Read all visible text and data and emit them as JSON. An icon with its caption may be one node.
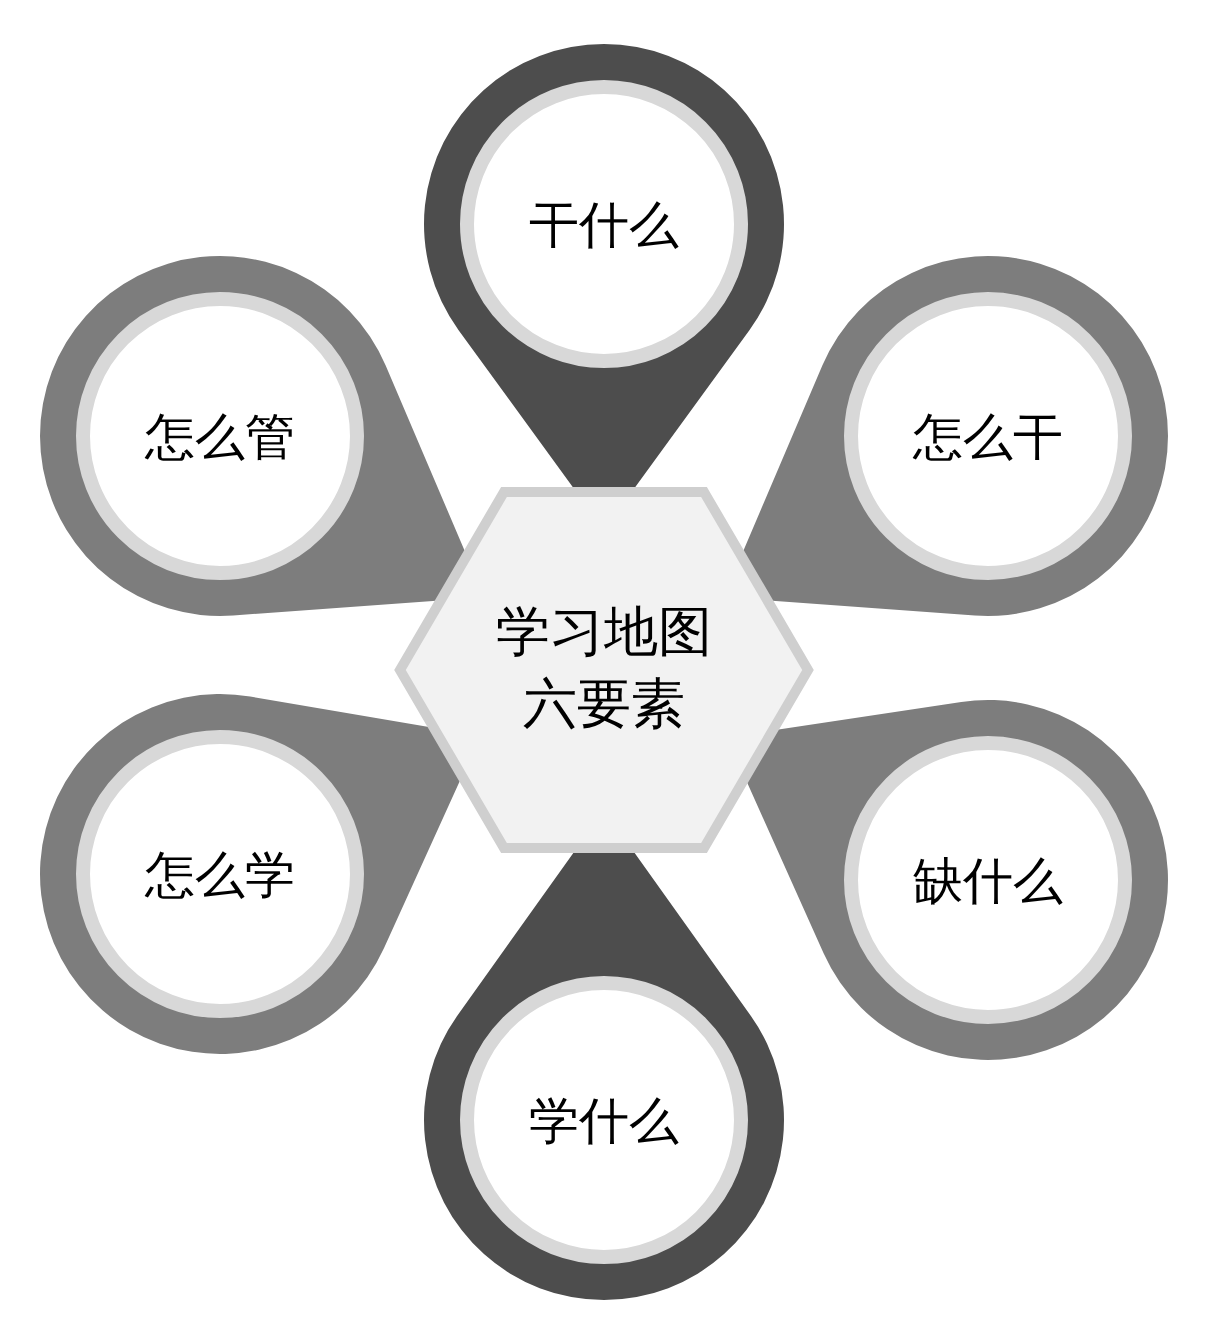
{
  "diagram": {
    "nodes": [
      {
        "text": [
          "学习地图六要素"
        ]
      },
      {
        "text": [
          "干什么"
        ]
      },
      {
        "text": [
          "怎么管"
        ]
      },
      {
        "text": [
          "怎么干"
        ]
      },
      {
        "text": [
          "怎么学"
        ]
      },
      {
        "text": [
          "缺什么"
        ]
      },
      {
        "text": [
          "学什么"
        ]
      }
    ]
  }
}
